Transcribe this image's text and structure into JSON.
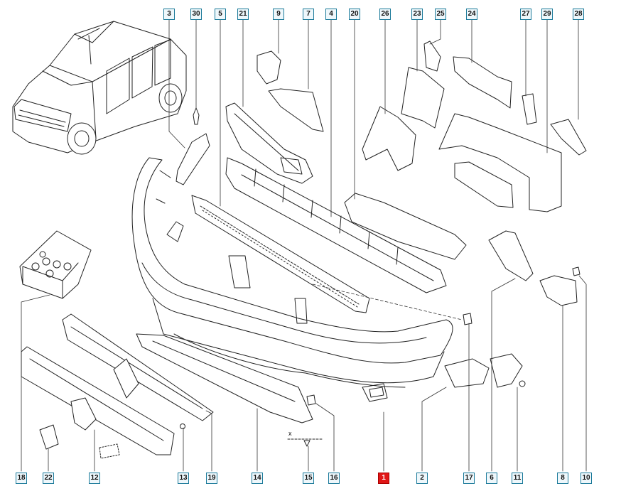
{
  "callouts_top": [
    "3",
    "30",
    "5",
    "21",
    "9",
    "7",
    "4",
    "20",
    "26",
    "23",
    "25",
    "24",
    "27",
    "29",
    "28"
  ],
  "callouts_bottom": [
    "18",
    "22",
    "12",
    "13",
    "19",
    "14",
    "15",
    "16",
    "1",
    "2",
    "17",
    "6",
    "11",
    "8",
    "10"
  ],
  "highlighted": "1",
  "axis_mark": "x",
  "colors": {
    "callout_border": "#1b7a9a",
    "callout_fill": "#eef7fb",
    "highlight": "#e01616",
    "line": "#222222"
  }
}
